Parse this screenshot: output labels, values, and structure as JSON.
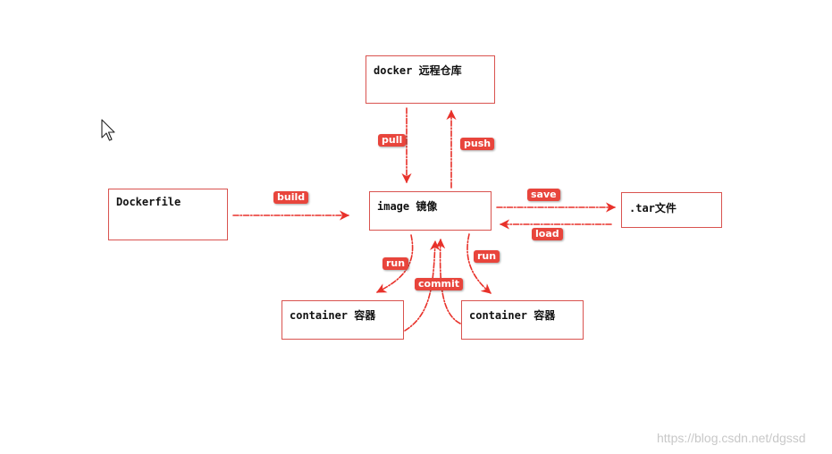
{
  "nodes": {
    "docker_registry": "docker 远程仓库",
    "image": "image 镜像",
    "dockerfile": "Dockerfile",
    "tar_file": ".tar文件",
    "container_left": "container 容器",
    "container_right": "container 容器"
  },
  "edges": [
    {
      "label": "pull",
      "from": "docker 远程仓库",
      "to": "image 镜像"
    },
    {
      "label": "push",
      "from": "image 镜像",
      "to": "docker 远程仓库"
    },
    {
      "label": "build",
      "from": "Dockerfile",
      "to": "image 镜像"
    },
    {
      "label": "save",
      "from": "image 镜像",
      "to": ".tar文件"
    },
    {
      "label": "load",
      "from": ".tar文件",
      "to": "image 镜像"
    },
    {
      "label": "run",
      "from": "image 镜像",
      "to": "container 容器 (left)"
    },
    {
      "label": "run",
      "from": "image 镜像",
      "to": "container 容器 (right)"
    },
    {
      "label": "commit",
      "from": "container 容器",
      "to": "image 镜像"
    }
  ],
  "colors": {
    "arrow": "#e8312a",
    "node_border": "#d9534f",
    "label_bg": "#e8453c",
    "watermark": "#c8c8c8"
  },
  "watermark": "https://blog.csdn.net/dgssd",
  "cursor_icon": "mouse-pointer-icon"
}
